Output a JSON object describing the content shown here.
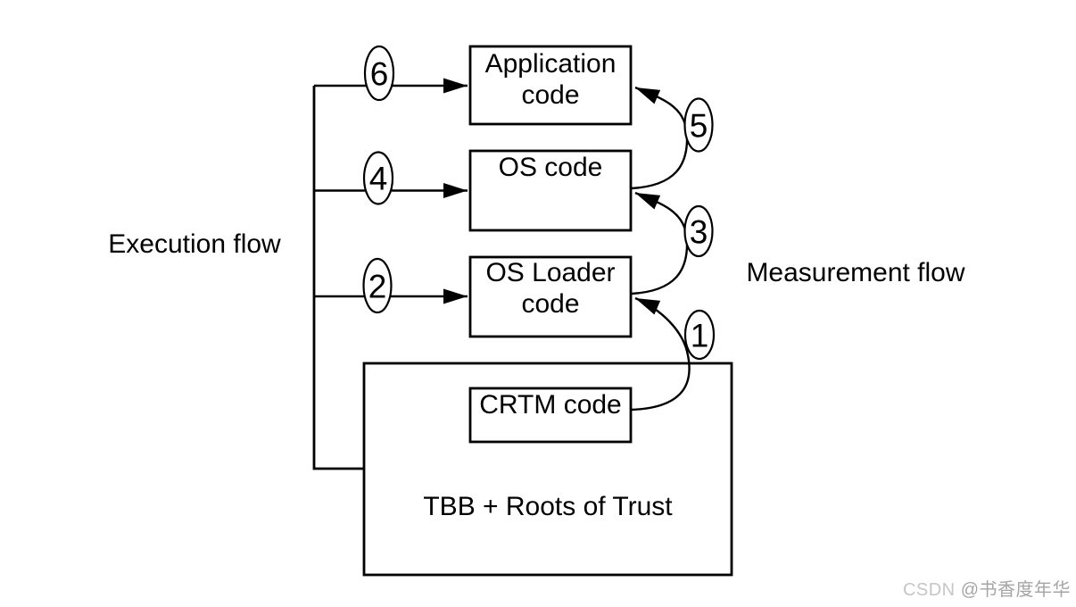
{
  "diagram": {
    "title_left": "Execution flow",
    "title_right": "Measurement flow",
    "boxes": {
      "application": "Application code",
      "os": "OS code",
      "os_loader": "OS Loader code",
      "crtm": "CRTM code",
      "tbb": "TBB + Roots of Trust"
    },
    "steps": {
      "execution": [
        "6",
        "4",
        "2"
      ],
      "measurement": [
        "5",
        "3",
        "1"
      ]
    },
    "colors": {
      "stroke": "#000000",
      "background": "#ffffff"
    }
  },
  "watermark": {
    "prefix": "CSDN ",
    "handle": "@书香度年华"
  }
}
